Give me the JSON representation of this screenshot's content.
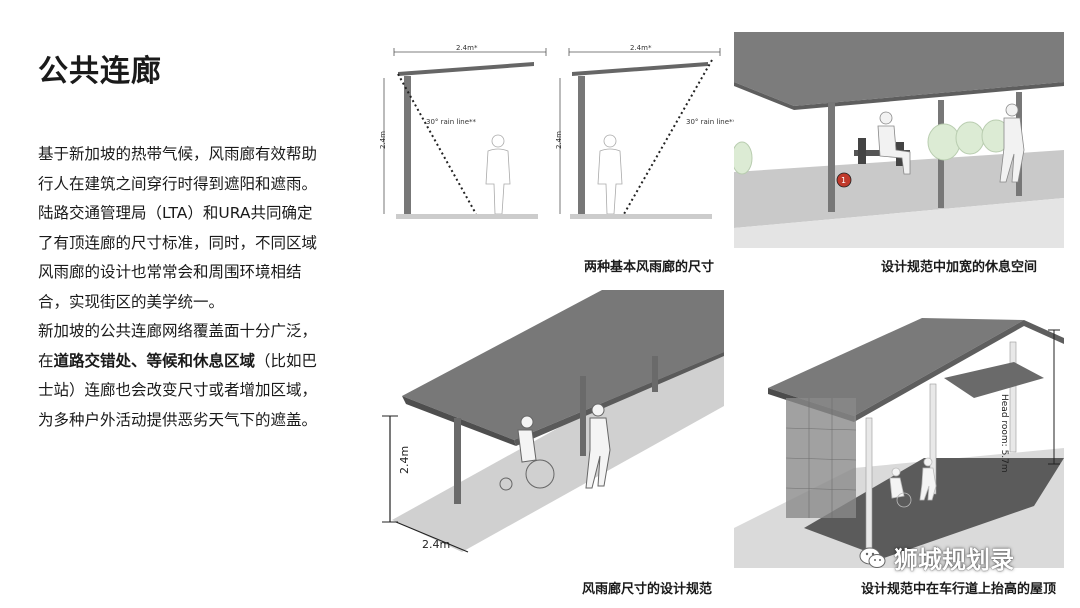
{
  "page": {
    "title": "公共连廊",
    "paragraph1": "基于新加坡的热带气候，风雨廊有效帮助行人在建筑之间穿行时得到遮阳和遮雨。陆路交通管理局（LTA）和URA共同确定了有顶连廊的尺寸标准，同时，不同区域风雨廊的设计也常常会和周围环境相结合，实现街区的美学统一。",
    "paragraph2_before": "新加坡的公共连廊网络覆盖面十分广泛，在",
    "paragraph2_bold": "道路交错处、等候和休息区域",
    "paragraph2_after": "（比如巴士站）连廊也会改变尺寸或者增加区域，为多种户外活动提供恶劣天气下的遮盖。"
  },
  "figures": {
    "fig1": {
      "caption": "两种基本风雨廊的尺寸",
      "width_label_left": "2.4m*",
      "width_label_right": "2.4m*",
      "height_label_left": "2.4m",
      "height_label_right": "2.4m",
      "rain_label_left": "30° rain line**",
      "rain_label_right": "30° rain line**"
    },
    "fig2": {
      "caption": "设计规范中加宽的休息空间",
      "marker": "1"
    },
    "fig3": {
      "caption": "风雨廊尺寸的设计规范",
      "height_label": "2.4m",
      "width_label": "2.4m"
    },
    "fig4": {
      "caption": "设计规范中在车行道上抬高的屋顶",
      "headroom_label": "Head room: 5.7m"
    }
  },
  "watermark": {
    "text": "狮城规划录",
    "icon": "wechat-icon"
  }
}
